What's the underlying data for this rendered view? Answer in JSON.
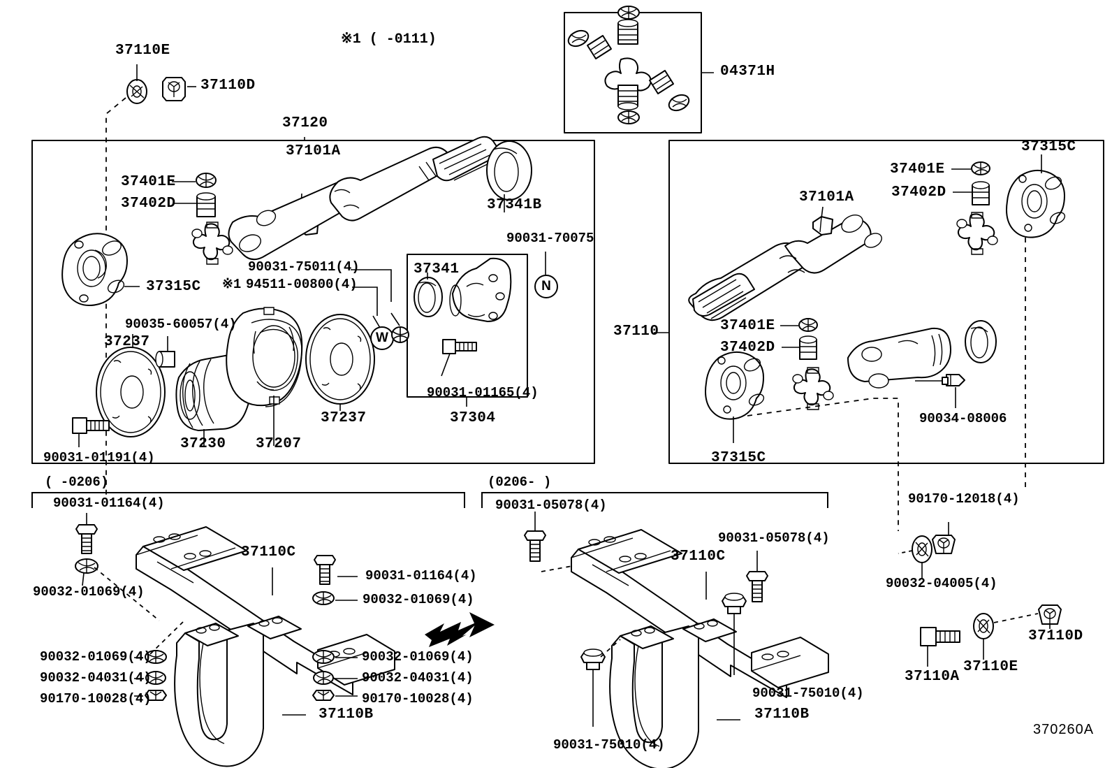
{
  "sheet": {
    "id": "370260A",
    "top_note": "※1 (    -0111)"
  },
  "inset_ujoint": {
    "label": "04371H"
  },
  "top_loose_parts": {
    "washer_label": "37110E",
    "nut_label": "37110D"
  },
  "left_panel": {
    "assembly_label": "37120",
    "labels": [
      {
        "id": "l-37101a",
        "text": "37101A"
      },
      {
        "id": "l-37401e",
        "text": "37401E"
      },
      {
        "id": "l-37402d",
        "text": "37402D"
      },
      {
        "id": "l-37341b",
        "text": "37341B"
      },
      {
        "id": "l-37315c",
        "text": "37315C"
      },
      {
        "id": "l-90031-75011",
        "text": "90031-75011(4)"
      },
      {
        "id": "l-94511-00800",
        "text": "94511-00800(4)"
      },
      {
        "id": "l-94511-prefix",
        "text": "※1"
      },
      {
        "id": "l-90031-70075",
        "text": "90031-70075"
      },
      {
        "id": "l-90035-60057",
        "text": "90035-60057(4)"
      },
      {
        "id": "l-37237-left",
        "text": "37237"
      },
      {
        "id": "l-37237-right",
        "text": "37237"
      },
      {
        "id": "l-37230",
        "text": "37230"
      },
      {
        "id": "l-37207",
        "text": "37207"
      },
      {
        "id": "l-90031-01191",
        "text": "90031-01191(4)"
      }
    ],
    "subbox_37304": {
      "outer_label": "37304",
      "seal_label": "37341",
      "bolt_label": "90031-01165(4)"
    },
    "symbols": {
      "w": "W",
      "n": "N"
    }
  },
  "right_panel": {
    "assembly_label": "37110",
    "labels": [
      {
        "id": "r-37315c-top",
        "text": "37315C"
      },
      {
        "id": "r-37401e-top",
        "text": "37401E"
      },
      {
        "id": "r-37402d-top",
        "text": "37402D"
      },
      {
        "id": "r-37101a",
        "text": "37101A"
      },
      {
        "id": "r-37401e-bot",
        "text": "37401E"
      },
      {
        "id": "r-37402d-bot",
        "text": "37402D"
      },
      {
        "id": "r-37315c-bot",
        "text": "37315C"
      },
      {
        "id": "r-90034-08006",
        "text": "90034-08006"
      }
    ]
  },
  "bracket_left": {
    "header": "(    -0206)",
    "labels": [
      {
        "id": "bl-90031-01164-tl",
        "text": "90031-01164(4)"
      },
      {
        "id": "bl-90032-01069-tl",
        "text": "90032-01069(4)"
      },
      {
        "id": "bl-37110c",
        "text": "37110C"
      },
      {
        "id": "bl-90031-01164-tr",
        "text": "90031-01164(4)"
      },
      {
        "id": "bl-90032-01069-tr",
        "text": "90032-01069(4)"
      },
      {
        "id": "bl-90032-01069-bl",
        "text": "90032-01069(4)"
      },
      {
        "id": "bl-90032-04031-bl",
        "text": "90032-04031(4)"
      },
      {
        "id": "bl-90170-10028-bl",
        "text": "90170-10028(4)"
      },
      {
        "id": "bl-90032-01069-br",
        "text": "90032-01069(4)"
      },
      {
        "id": "bl-90032-04031-br",
        "text": "90032-04031(4)"
      },
      {
        "id": "bl-90170-10028-br",
        "text": "90170-10028(4)"
      },
      {
        "id": "bl-37110b",
        "text": "37110B"
      }
    ]
  },
  "bracket_right": {
    "header": "(0206-    )",
    "labels": [
      {
        "id": "br-90031-05078-tl",
        "text": "90031-05078(4)"
      },
      {
        "id": "br-37110c",
        "text": "37110C"
      },
      {
        "id": "br-90031-05078-tr",
        "text": "90031-05078(4)"
      },
      {
        "id": "br-90031-75010-r",
        "text": "90031-75010(4)"
      },
      {
        "id": "br-37110b",
        "text": "37110B"
      },
      {
        "id": "br-90031-75010-bl",
        "text": "90031-75010(4)"
      }
    ]
  },
  "right_loose_parts": {
    "labels": [
      {
        "id": "rl-90170-12018",
        "text": "90170-12018(4)"
      },
      {
        "id": "rl-90032-04005",
        "text": "90032-04005(4)"
      },
      {
        "id": "rl-37110a",
        "text": "37110A"
      },
      {
        "id": "rl-37110e",
        "text": "37110E"
      },
      {
        "id": "rl-37110d",
        "text": "37110D"
      }
    ]
  }
}
